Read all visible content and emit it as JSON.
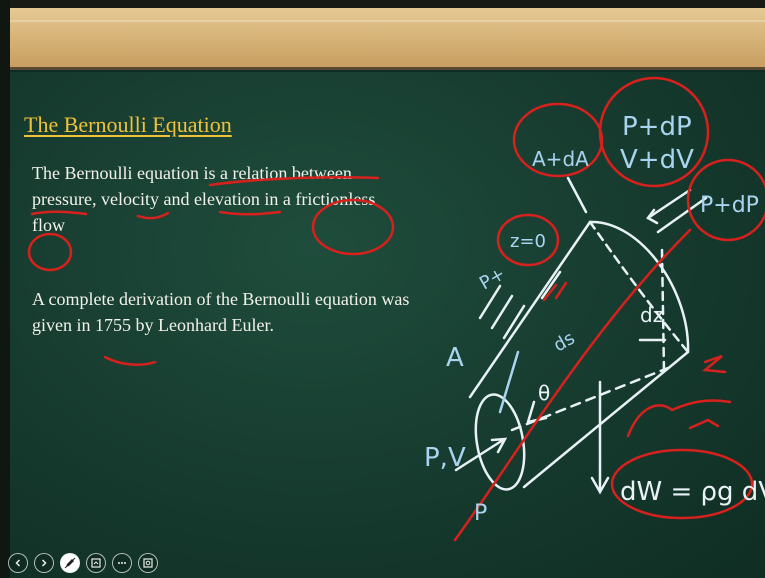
{
  "slide": {
    "title": "The Bernoulli Equation",
    "paragraph1": "The Bernoulli equation is a relation between pressure, velocity and elevation in a frictionless flow",
    "paragraph2": "A complete derivation of the Bernoulli equation was given in 1755 by Leonhard Euler."
  },
  "annotations": {
    "area_plus": "A+dA",
    "pressure_top": "P+dP",
    "velocity_top": "V+dV",
    "pressure_side": "P+dP",
    "z_zero": "z=0",
    "p_star": "P+",
    "dz": "dz",
    "ds": "ds",
    "theta": "θ",
    "area": "A",
    "pv": "P,V",
    "p": "P",
    "weight": "dW = ρg dV"
  },
  "colors": {
    "board": "#163a2e",
    "title": "#f0c23b",
    "body_text": "#f2f2ea",
    "chalk_blue": "#a9d4f0",
    "chalk_white": "#e8f2f6",
    "marker_red": "#d8201c"
  },
  "controls": [
    {
      "name": "previous-button",
      "icon": "chevron-left-icon"
    },
    {
      "name": "next-button",
      "icon": "chevron-right-icon"
    },
    {
      "name": "pen-tool-button",
      "icon": "pen-icon"
    },
    {
      "name": "slides-button",
      "icon": "slides-icon"
    },
    {
      "name": "more-button",
      "icon": "ellipsis-icon"
    },
    {
      "name": "zoom-button",
      "icon": "zoom-icon"
    }
  ]
}
